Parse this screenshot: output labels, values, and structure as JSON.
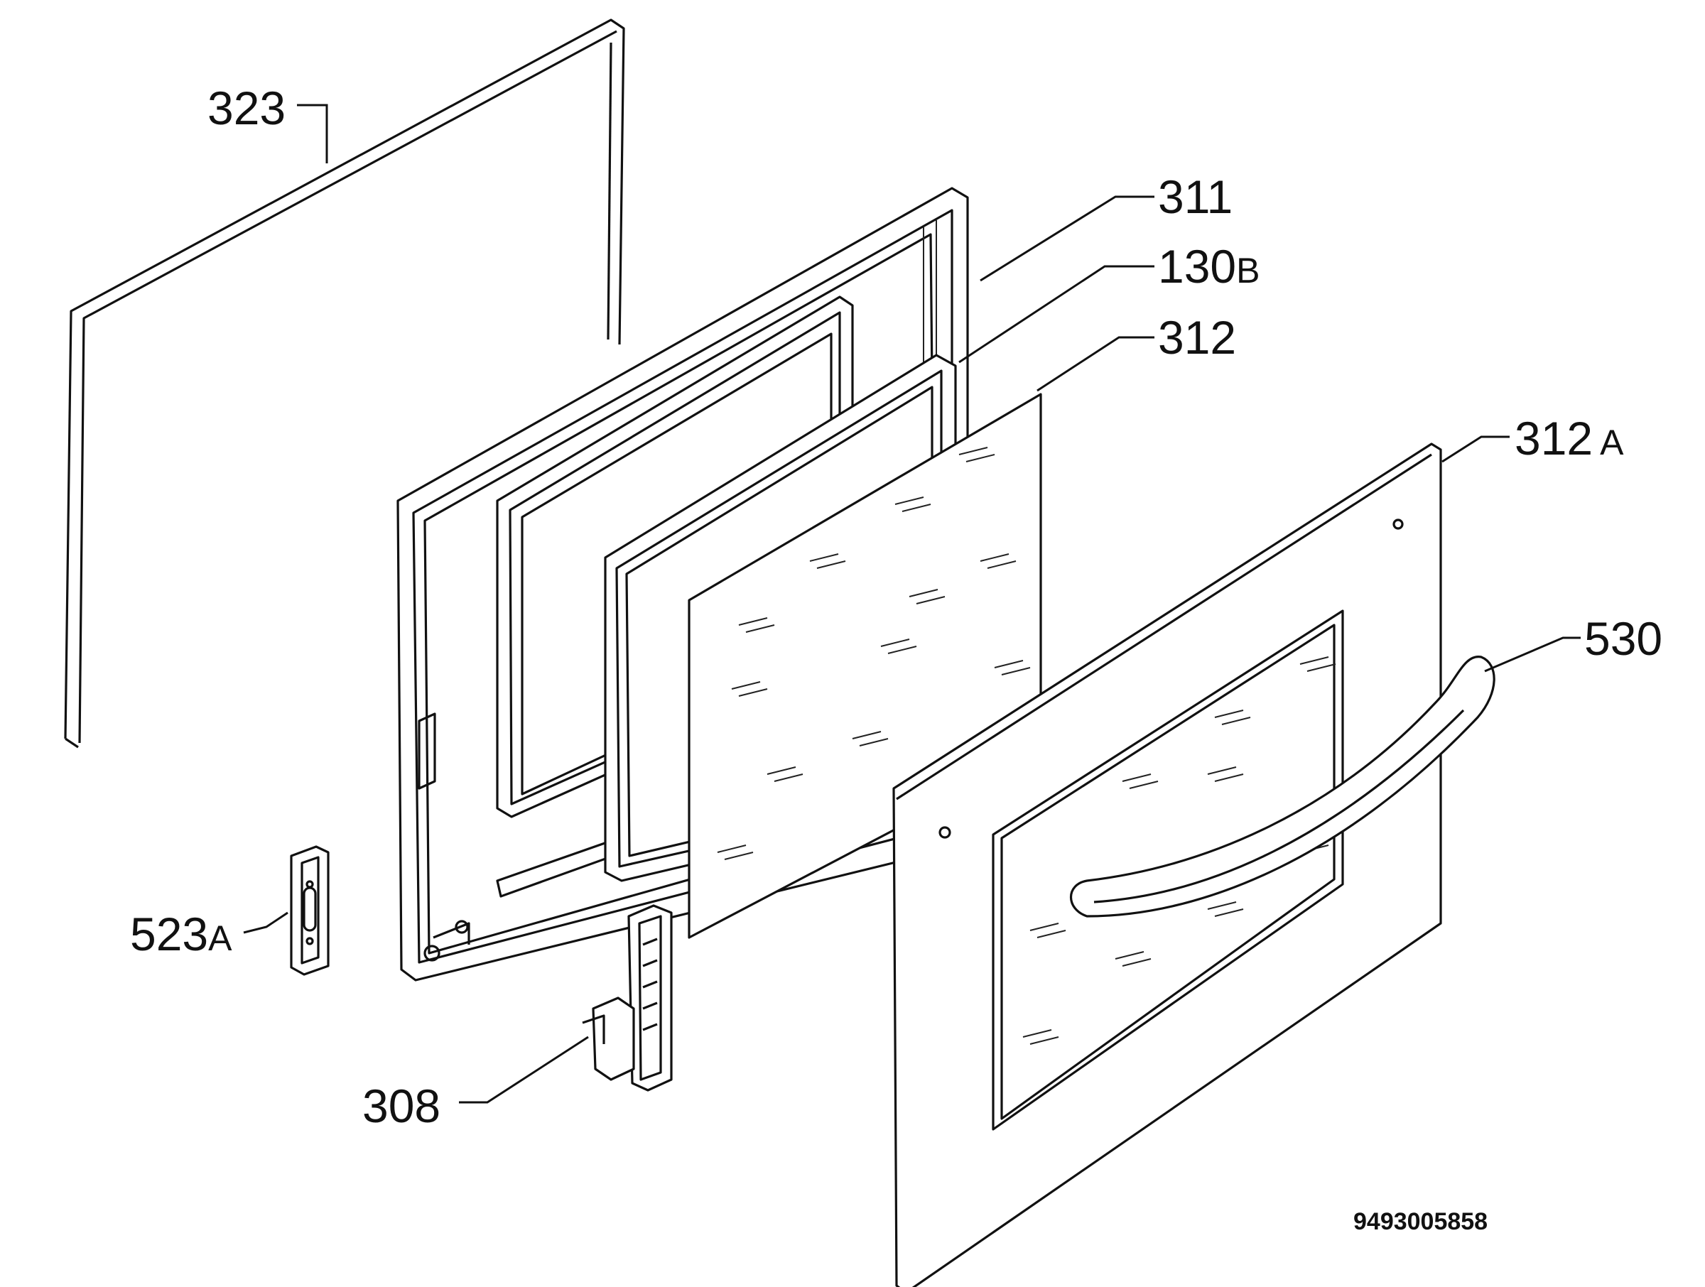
{
  "labels": {
    "seal_323": "323",
    "inner_frame_311": "311",
    "glass_seal_130b_num": "130",
    "glass_seal_130b_suffix": "B",
    "inner_glass_312": "312",
    "outer_glass_312a_num": "312",
    "outer_glass_312a_suffix": "A",
    "handle_530": "530",
    "cover_523a_num": "523",
    "cover_523a_suffix": "A",
    "hinge_308": "308"
  },
  "document_number": "9493005858",
  "colors": {
    "line": "#111111",
    "background": "#ffffff"
  }
}
